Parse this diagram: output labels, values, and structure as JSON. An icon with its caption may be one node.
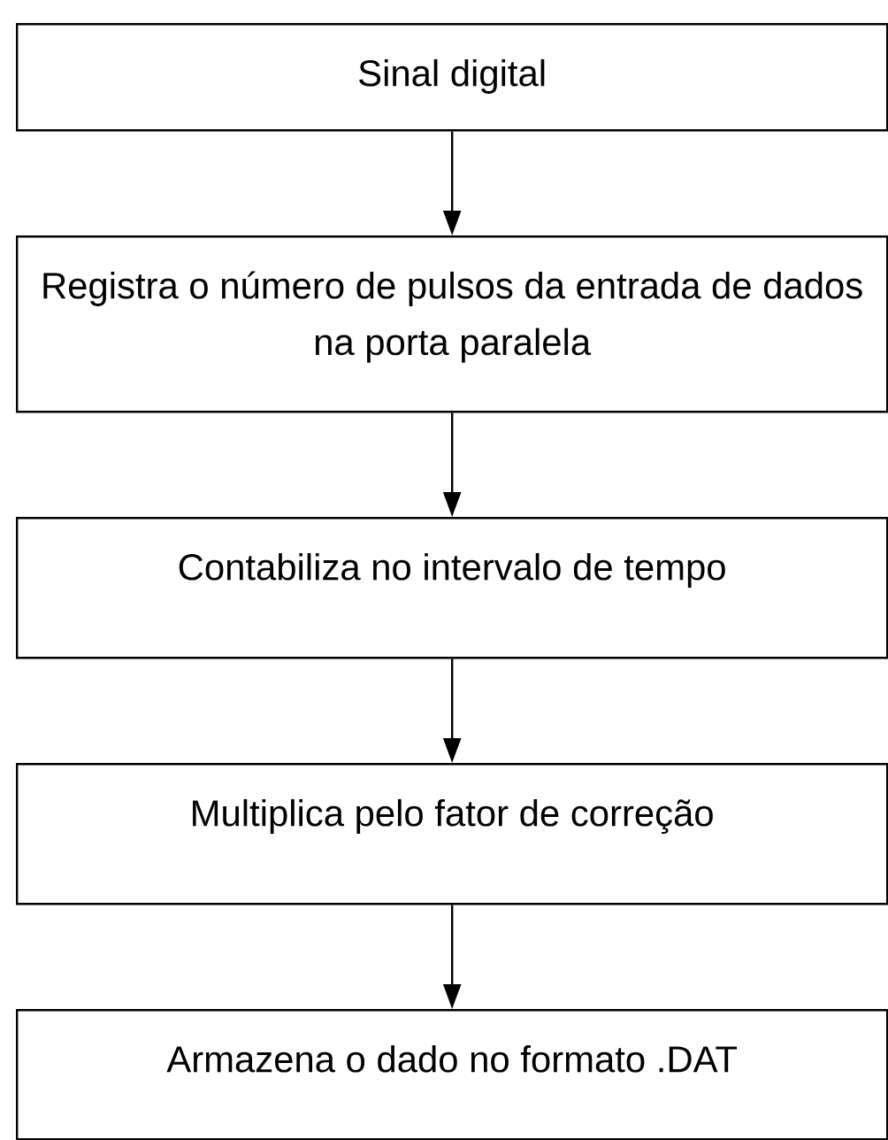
{
  "diagram": {
    "nodes": [
      {
        "text": [
          "Sinal digital"
        ]
      },
      {
        "text": [
          "Registra o número de pulsos da entrada de dados na porta paralela"
        ]
      },
      {
        "text": [
          "Contabiliza  no intervalo de tempo"
        ]
      },
      {
        "text": [
          "Multiplica pelo fator de correção"
        ]
      },
      {
        "text": [
          "Armazena o dado no formato .DAT"
        ]
      }
    ],
    "edges": [
      {
        "from": 0,
        "to": 1,
        "arrow": "to"
      },
      {
        "from": 1,
        "to": 2,
        "arrow": "to"
      },
      {
        "from": 2,
        "to": 3,
        "arrow": "to"
      },
      {
        "from": 3,
        "to": 4,
        "arrow": "to"
      }
    ]
  }
}
